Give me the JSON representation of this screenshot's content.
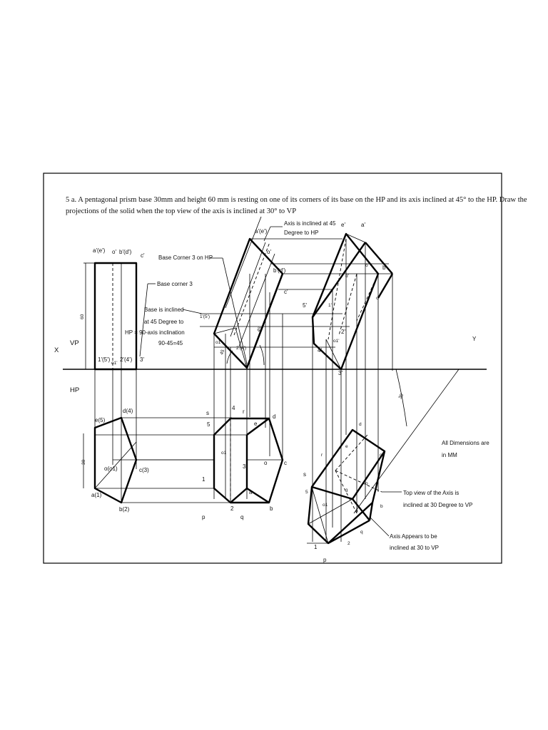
{
  "problem": {
    "line1": "5 a. A pentagonal prism base 30mm and height 60 mm is resting on one of its corners of its base on the HP and its axis inclined at 45° to the HP. Draw the",
    "line2": "projections of the solid when the top view of the axis is inclined at 30° to VP"
  },
  "reference": {
    "x": "X",
    "y": "Y",
    "vp": "VP",
    "hp": "HP"
  },
  "annotations": {
    "axis45_a": "Axis is inclined at 45",
    "axis45_b": "Degree to HP",
    "corner3_hp": "Base Corner 3 on HP",
    "corner3": "Base corner 3",
    "base45_a": "Base is inclined",
    "base45_b": "at 45 Degree to",
    "base45_c": "HP = 90-axis inclination",
    "base45_d": "90-45=45",
    "topaxis_a": "Top view of the Axis is",
    "topaxis_b": "inclined at 30 Degree to VP",
    "axis30_a": "Axis Appears to be",
    "axis30_b": "inclined at 30 to VP",
    "alldim_a": "All Dimensions are",
    "alldim_b": "in MM"
  },
  "dims": {
    "height": "60",
    "base": "30",
    "angle45": "45",
    "angle30": "30"
  },
  "labels": {
    "fv1_top_ae": "a'(e')",
    "fv1_top_o": "o'",
    "fv1_top_bd": "b'(d')",
    "fv1_top_c": "c'",
    "fv1_bot_15": "1'(5')",
    "fv1_bot_o1": "o1'",
    "fv1_bot_24": "2'(4')",
    "fv1_bot_3": "3'",
    "tv1_e5": "e(5)",
    "tv1_d4": "d(4)",
    "tv1_o": "o(o1)",
    "tv1_c3": "c(3)",
    "tv1_a1": "a(1)",
    "tv1_b2": "b(2)",
    "fv2_ae": "a'(e')",
    "fv2_o": "o'",
    "fv2_bd": "b'(d')",
    "fv2_c": "c'",
    "fv2_15": "1'(5')",
    "fv2_o1": "o1'",
    "fv2_24": "2'(4')",
    "fv2_3": "3'",
    "tv2_s": "s",
    "tv2_5": "5",
    "tv2_4": "4",
    "tv2_r": "r",
    "tv2_d": "d",
    "tv2_e": "e",
    "tv2_o1": "o1",
    "tv2_3": "3",
    "tv2_o": "o",
    "tv2_c": "c",
    "tv2_1": "1",
    "tv2_a": "a",
    "tv2_2": "2",
    "tv2_b": "b",
    "tv2_p": "p",
    "tv2_q": "q",
    "fv3_e": "e'",
    "fv3_a": "a'",
    "fv3_o": "o'",
    "fv3_b": "b'",
    "fv3_d": "d'",
    "fv3_c": "c'",
    "fv3_5": "5'",
    "fv3_1": "1'",
    "fv3_2": "2'",
    "fv3_o1": "o1'",
    "fv3_4": "4'",
    "fv3_3": "3'",
    "tv3_s": "s",
    "tv3_r": "r",
    "tv3_d": "d",
    "tv3_e": "e",
    "tv3_o": "o",
    "tv3_c": "c",
    "tv3_a": "a",
    "tv3_b": "b",
    "tv3_q": "q",
    "tv3_p": "p",
    "tv3_1": "1",
    "tv3_2": "2",
    "tv3_3": "3",
    "tv3_5": "5",
    "tv3_o1": "o1"
  }
}
